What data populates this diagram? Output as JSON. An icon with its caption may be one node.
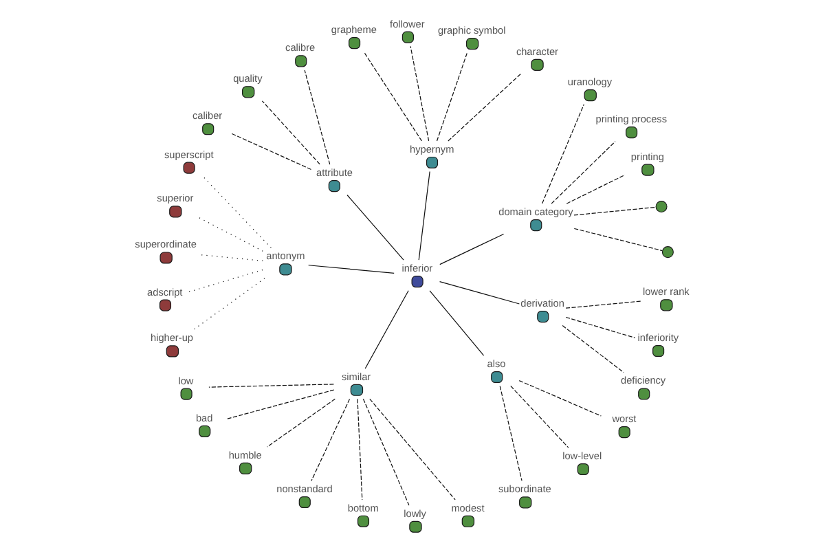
{
  "diagram": {
    "nodes": [
      {
        "text": [
          "inferior"
        ]
      },
      {
        "text": [
          "domain category"
        ]
      },
      {
        "text": [
          "hypernym"
        ]
      },
      {
        "text": [
          "attribute"
        ]
      },
      {
        "text": [
          "antonym"
        ]
      },
      {
        "text": [
          "similar"
        ]
      },
      {
        "text": [
          "also"
        ]
      },
      {
        "text": [
          "derivation"
        ]
      },
      {
        "text": [],
        "shape": "circle"
      },
      {
        "text": [],
        "shape": "circle"
      },
      {
        "text": [
          "printing"
        ]
      },
      {
        "text": [
          "printing process"
        ]
      },
      {
        "text": [
          "uranology"
        ]
      },
      {
        "text": [
          "character"
        ]
      },
      {
        "text": [
          "graphic symbol"
        ]
      },
      {
        "text": [
          "follower"
        ]
      },
      {
        "text": [
          "grapheme"
        ]
      },
      {
        "text": [
          "calibre"
        ]
      },
      {
        "text": [
          "quality"
        ]
      },
      {
        "text": [
          "caliber"
        ]
      },
      {
        "text": [
          "superscript"
        ]
      },
      {
        "text": [
          "superior"
        ]
      },
      {
        "text": [
          "superordinate"
        ]
      },
      {
        "text": [
          "adscript"
        ]
      },
      {
        "text": [
          "higher-up"
        ]
      },
      {
        "text": [
          "low"
        ]
      },
      {
        "text": [
          "bad"
        ]
      },
      {
        "text": [
          "humble"
        ]
      },
      {
        "text": [
          "nonstandard"
        ]
      },
      {
        "text": [
          "bottom"
        ]
      },
      {
        "text": [
          "lowly"
        ]
      },
      {
        "text": [
          "modest"
        ]
      },
      {
        "text": [
          "subordinate"
        ]
      },
      {
        "text": [
          "low-level"
        ]
      },
      {
        "text": [
          "worst"
        ]
      },
      {
        "text": [
          "deficiency"
        ]
      },
      {
        "text": [
          "inferiority"
        ]
      },
      {
        "text": [
          "lower rank"
        ]
      }
    ],
    "edges": [
      {
        "from": 0,
        "to": 1,
        "arrow": "none"
      },
      {
        "from": 0,
        "to": 2,
        "arrow": "none"
      },
      {
        "from": 0,
        "to": 3,
        "arrow": "none"
      },
      {
        "from": 0,
        "to": 4,
        "arrow": "none"
      },
      {
        "from": 0,
        "to": 5,
        "arrow": "none"
      },
      {
        "from": 0,
        "to": 6,
        "arrow": "none"
      },
      {
        "from": 0,
        "to": 7,
        "arrow": "none"
      },
      {
        "from": 1,
        "to": 8,
        "arrow": "none",
        "style": "dashed"
      },
      {
        "from": 1,
        "to": 9,
        "arrow": "none",
        "style": "dashed"
      },
      {
        "from": 1,
        "to": 10,
        "arrow": "none",
        "style": "dashed"
      },
      {
        "from": 1,
        "to": 11,
        "arrow": "none",
        "style": "dashed"
      },
      {
        "from": 1,
        "to": 12,
        "arrow": "none",
        "style": "dashed"
      },
      {
        "from": 2,
        "to": 13,
        "arrow": "none",
        "style": "dashed"
      },
      {
        "from": 2,
        "to": 14,
        "arrow": "none",
        "style": "dashed"
      },
      {
        "from": 2,
        "to": 15,
        "arrow": "none",
        "style": "dashed"
      },
      {
        "from": 2,
        "to": 16,
        "arrow": "none",
        "style": "dashed"
      },
      {
        "from": 3,
        "to": 17,
        "arrow": "none",
        "style": "dashed"
      },
      {
        "from": 3,
        "to": 18,
        "arrow": "none",
        "style": "dashed"
      },
      {
        "from": 3,
        "to": 19,
        "arrow": "none",
        "style": "dashed"
      },
      {
        "from": 4,
        "to": 20,
        "arrow": "none",
        "style": "dashed"
      },
      {
        "from": 4,
        "to": 21,
        "arrow": "none",
        "style": "dashed"
      },
      {
        "from": 4,
        "to": 22,
        "arrow": "none",
        "style": "dashed"
      },
      {
        "from": 4,
        "to": 23,
        "arrow": "none",
        "style": "dashed"
      },
      {
        "from": 4,
        "to": 24,
        "arrow": "none",
        "style": "dashed"
      },
      {
        "from": 5,
        "to": 25,
        "arrow": "none",
        "style": "dashed"
      },
      {
        "from": 5,
        "to": 26,
        "arrow": "none",
        "style": "dashed"
      },
      {
        "from": 5,
        "to": 27,
        "arrow": "none",
        "style": "dashed"
      },
      {
        "from": 5,
        "to": 28,
        "arrow": "none",
        "style": "dashed"
      },
      {
        "from": 5,
        "to": 29,
        "arrow": "none",
        "style": "dashed"
      },
      {
        "from": 5,
        "to": 30,
        "arrow": "none",
        "style": "dashed"
      },
      {
        "from": 5,
        "to": 31,
        "arrow": "none",
        "style": "dashed"
      },
      {
        "from": 6,
        "to": 32,
        "arrow": "none",
        "style": "dashed"
      },
      {
        "from": 6,
        "to": 33,
        "arrow": "none",
        "style": "dashed"
      },
      {
        "from": 6,
        "to": 34,
        "arrow": "none",
        "style": "dashed"
      },
      {
        "from": 7,
        "to": 35,
        "arrow": "none",
        "style": "dashed"
      },
      {
        "from": 7,
        "to": 36,
        "arrow": "none",
        "style": "dashed"
      },
      {
        "from": 7,
        "to": 37,
        "arrow": "none",
        "style": "dashed"
      }
    ]
  }
}
